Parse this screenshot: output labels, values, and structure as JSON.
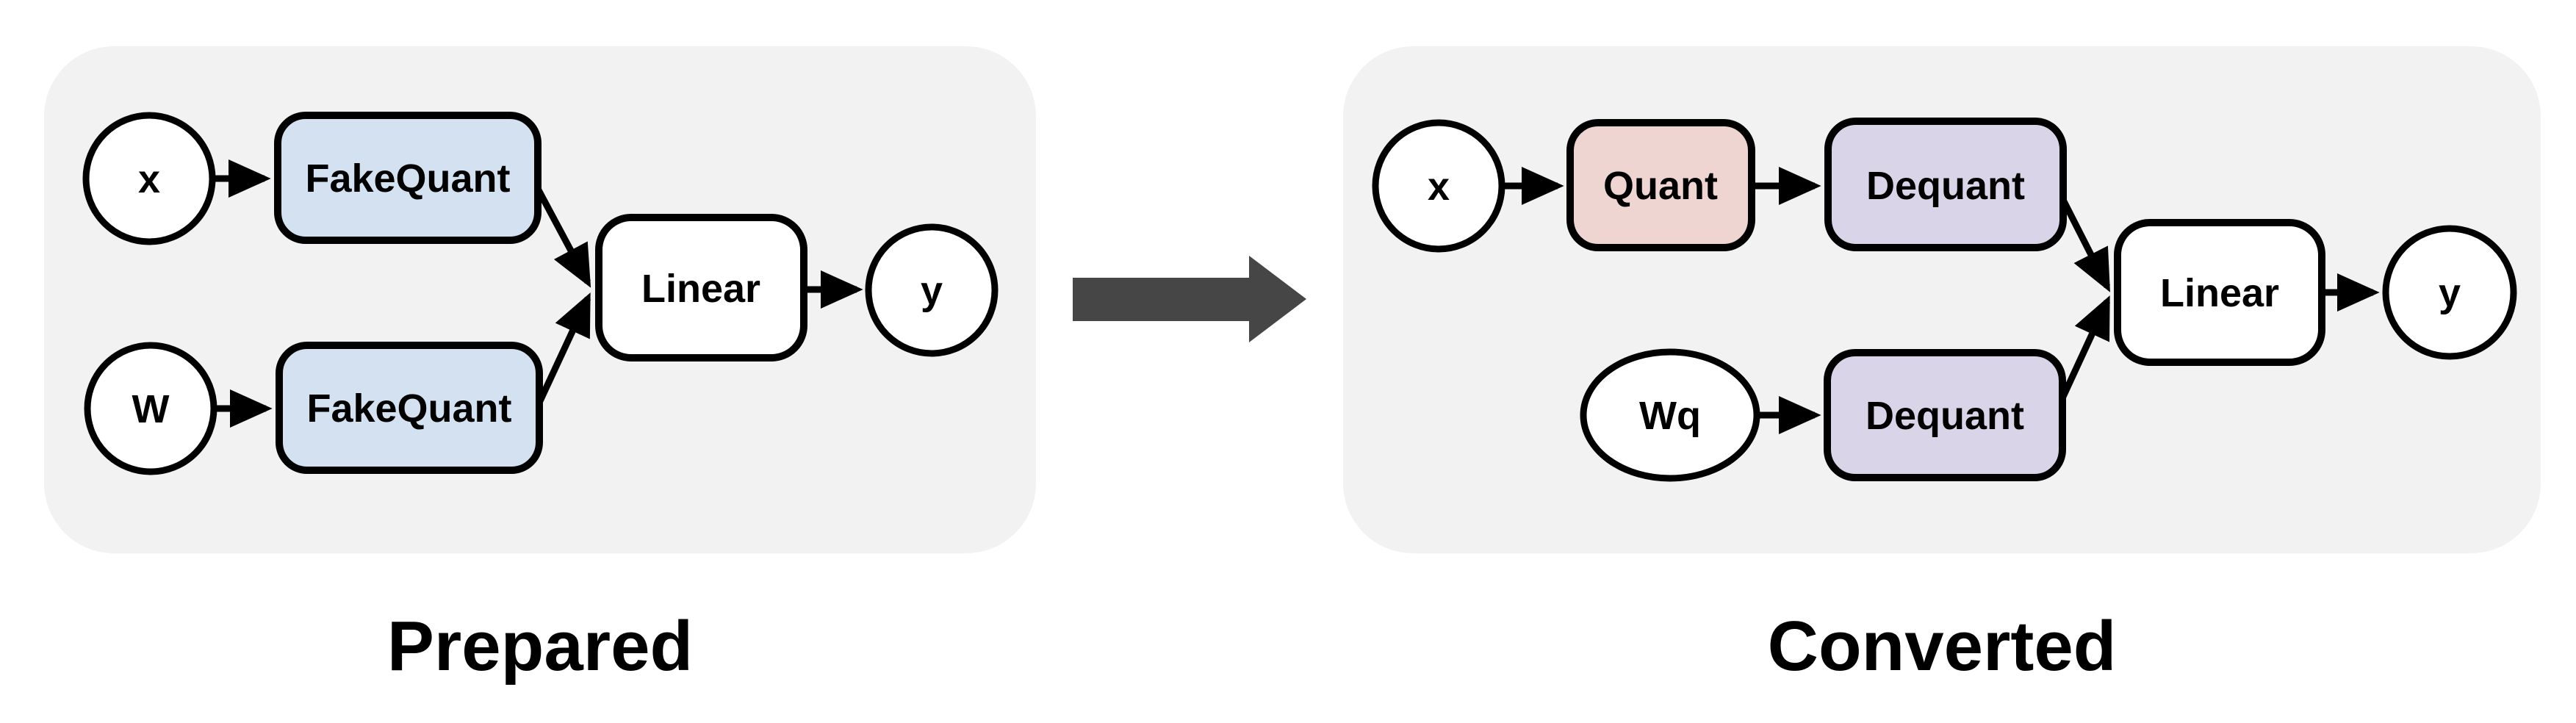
{
  "figure": {
    "panels": {
      "prepared": {
        "caption": "Prepared",
        "nodes": {
          "x": "x",
          "w": "W",
          "fakequant_activation": "FakeQuant",
          "fakequant_weight": "FakeQuant",
          "linear": "Linear",
          "y": "y"
        }
      },
      "converted": {
        "caption": "Converted",
        "nodes": {
          "x": "x",
          "wq": "Wq",
          "quant": "Quant",
          "dequant_activation": "Dequant",
          "dequant_weight": "Dequant",
          "linear": "Linear",
          "y": "y"
        }
      }
    },
    "colors": {
      "background": "#ffffff",
      "panel_bg": "#f2f2f2",
      "node_fill": "#ffffff",
      "fakequant_fill": "#d4e1f1",
      "quant_fill": "#eed5d1",
      "dequant_fill": "#d9d4e8",
      "stroke": "#000000",
      "conversion_arrow": "#464646"
    }
  }
}
